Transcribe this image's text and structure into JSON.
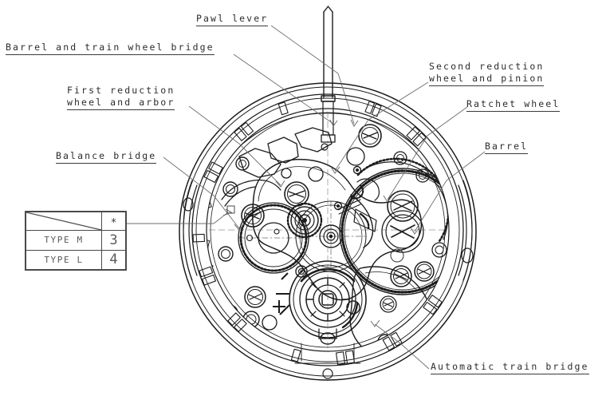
{
  "diagram": {
    "title": "Watch movement exploded technical drawing",
    "background_color": "#ffffff",
    "line_color": "#1c1c1c",
    "text_color": "#2b2b2b"
  },
  "callouts": [
    {
      "id": "pawl-lever",
      "lines": [
        "Pawl lever"
      ],
      "underline": [
        true
      ]
    },
    {
      "id": "barrel-train-bridge",
      "lines": [
        "Barrel and train wheel bridge"
      ],
      "underline": [
        true
      ]
    },
    {
      "id": "first-reduction",
      "lines": [
        "First reduction",
        "wheel and arbor"
      ],
      "underline": [
        false,
        true
      ]
    },
    {
      "id": "balance-bridge",
      "lines": [
        "Balance bridge"
      ],
      "underline": [
        true
      ]
    },
    {
      "id": "second-reduction",
      "lines": [
        "Second reduction",
        "wheel and pinion"
      ],
      "underline": [
        false,
        true
      ]
    },
    {
      "id": "ratchet-wheel",
      "lines": [
        "Ratchet wheel"
      ],
      "underline": [
        true
      ]
    },
    {
      "id": "barrel",
      "lines": [
        "Barrel"
      ],
      "underline": [
        true
      ]
    },
    {
      "id": "automatic-train",
      "lines": [
        "Automatic train bridge"
      ],
      "underline": [
        true
      ]
    }
  ],
  "type_table": {
    "header_mark": "*",
    "rows": [
      {
        "name": "TYPE M",
        "value": "3"
      },
      {
        "name": "TYPE L",
        "value": "4"
      }
    ]
  },
  "regulator": {
    "plus": "+",
    "minus": "−"
  }
}
